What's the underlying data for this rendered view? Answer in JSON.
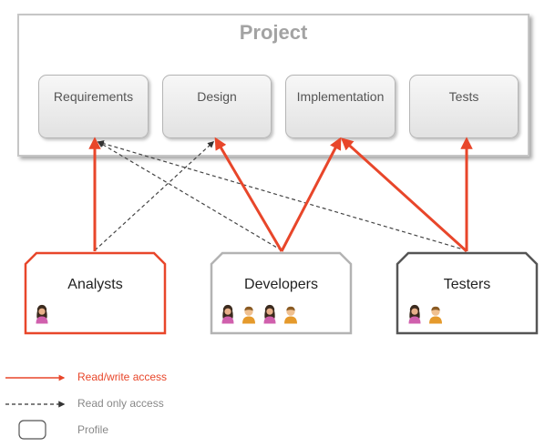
{
  "project": {
    "title": "Project"
  },
  "artifacts": [
    {
      "label": "Requirements"
    },
    {
      "label": "Design"
    },
    {
      "label": "Implementation"
    },
    {
      "label": "Tests"
    }
  ],
  "profiles": [
    {
      "label": "Analysts",
      "border_color": "#e8462a",
      "people": [
        "woman"
      ]
    },
    {
      "label": "Developers",
      "border_color": "#b3b3b3",
      "people": [
        "woman",
        "man",
        "woman",
        "man"
      ]
    },
    {
      "label": "Testers",
      "border_color": "#555555",
      "people": [
        "woman",
        "man"
      ]
    }
  ],
  "legend": {
    "read_write": "Read/write access",
    "read_only": "Read only access",
    "profile": "Profile"
  },
  "colors": {
    "read_write": "#e8462a",
    "read_only": "#444444",
    "legend_read_write_text": "#e8462a",
    "legend_muted_text": "#888888"
  }
}
